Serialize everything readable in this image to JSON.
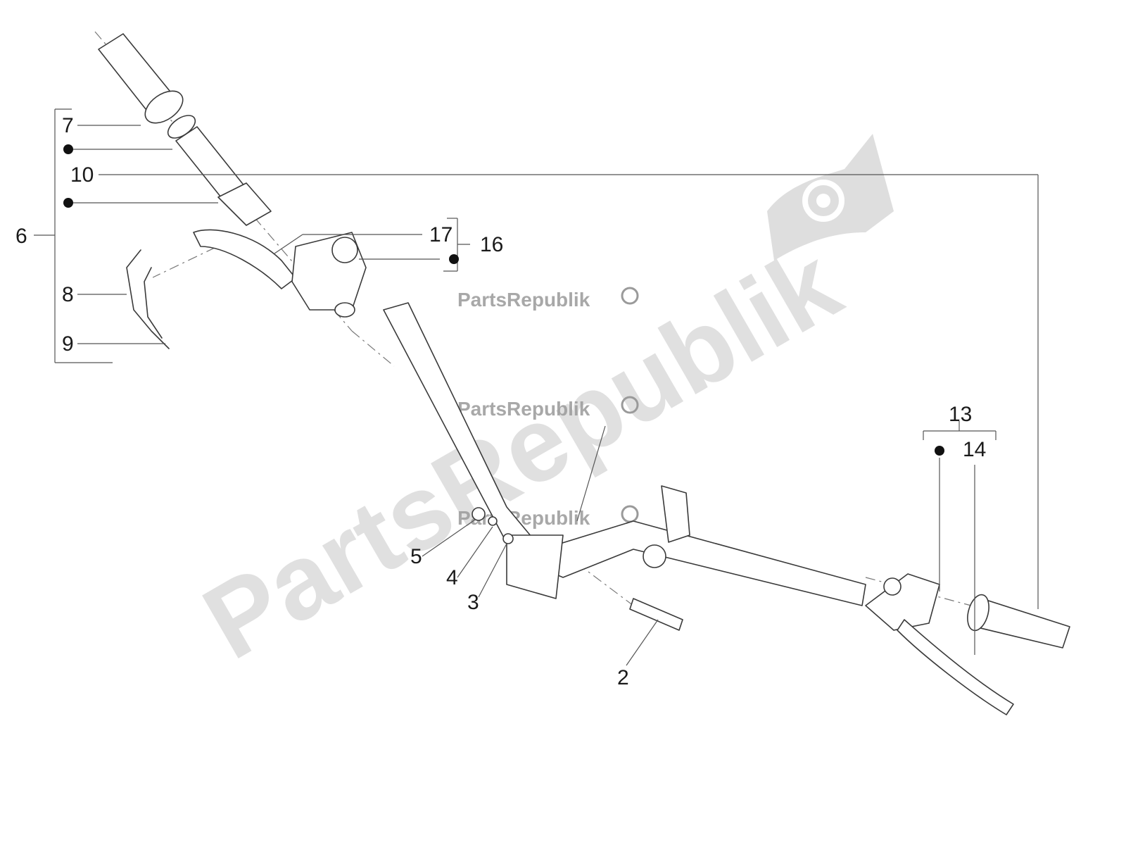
{
  "watermark": {
    "main_text": "PartsRepublik",
    "small_text": "PartsRepublik"
  },
  "callouts": {
    "c2": "2",
    "c3": "3",
    "c4": "4",
    "c5": "5",
    "c6": "6",
    "c7": "7",
    "c8": "8",
    "c9": "9",
    "c10": "10",
    "c13": "13",
    "c14": "14",
    "c16": "16",
    "c17": "17"
  },
  "icons": [
    "gear-icon",
    "bullet-dot"
  ]
}
